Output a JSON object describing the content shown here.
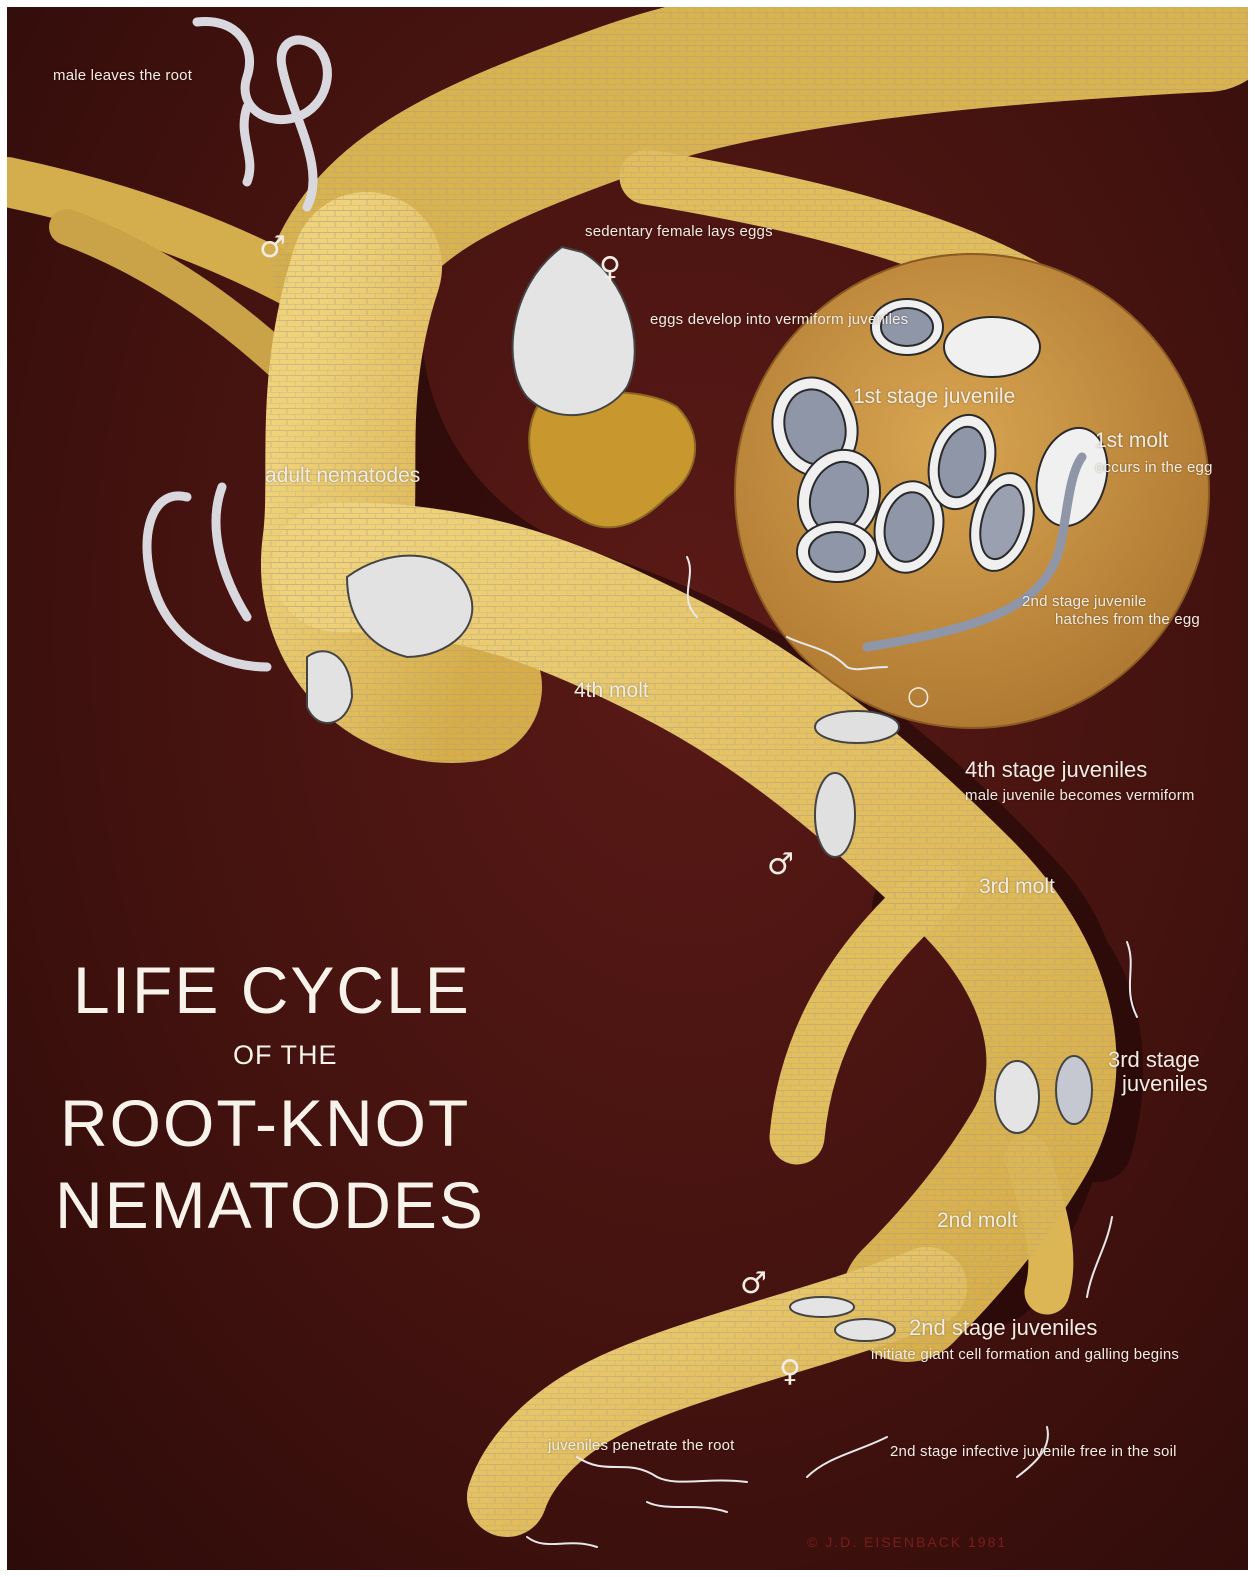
{
  "title": {
    "line1": "LIFE CYCLE",
    "line2": "OF THE",
    "line3": "ROOT-KNOT",
    "line4": "NEMATODES"
  },
  "labels": {
    "male_leaves": "male leaves the root",
    "female_lays": "sedentary female lays eggs",
    "eggs_develop": "eggs develop into vermiform juveniles",
    "first_stage": "1st stage juvenile",
    "first_molt": "1st molt",
    "first_molt_sub": "occurs in the egg",
    "adult": "adult nematodes",
    "second_hatch_1": "2nd stage juvenile",
    "second_hatch_2": "hatches from the egg",
    "fourth_molt": "4th molt",
    "fourth_stage": "4th stage juveniles",
    "fourth_stage_sub": "male juvenile becomes vermiform",
    "third_molt": "3rd molt",
    "third_stage_1": "3rd stage",
    "third_stage_2": "juveniles",
    "second_molt": "2nd molt",
    "second_stage": "2nd stage juveniles",
    "second_stage_sub": "initiate giant cell formation and galling begins",
    "penetrate": "juveniles penetrate the root",
    "infective": "2nd stage infective juvenile free in the soil",
    "copyright": "© J.D. EISENBACK 1981"
  },
  "symbols": {
    "male": "♂",
    "female": "♀"
  },
  "colors": {
    "background": "#43120f",
    "root": "#e3bf5c",
    "root_shadow": "#9a7428",
    "egg_disc": "#c8923f",
    "egg_shell": "#e6e6e6",
    "juvenile": "#8f96a8",
    "text": "#f3ece3",
    "signature": "#7a1e1b"
  }
}
